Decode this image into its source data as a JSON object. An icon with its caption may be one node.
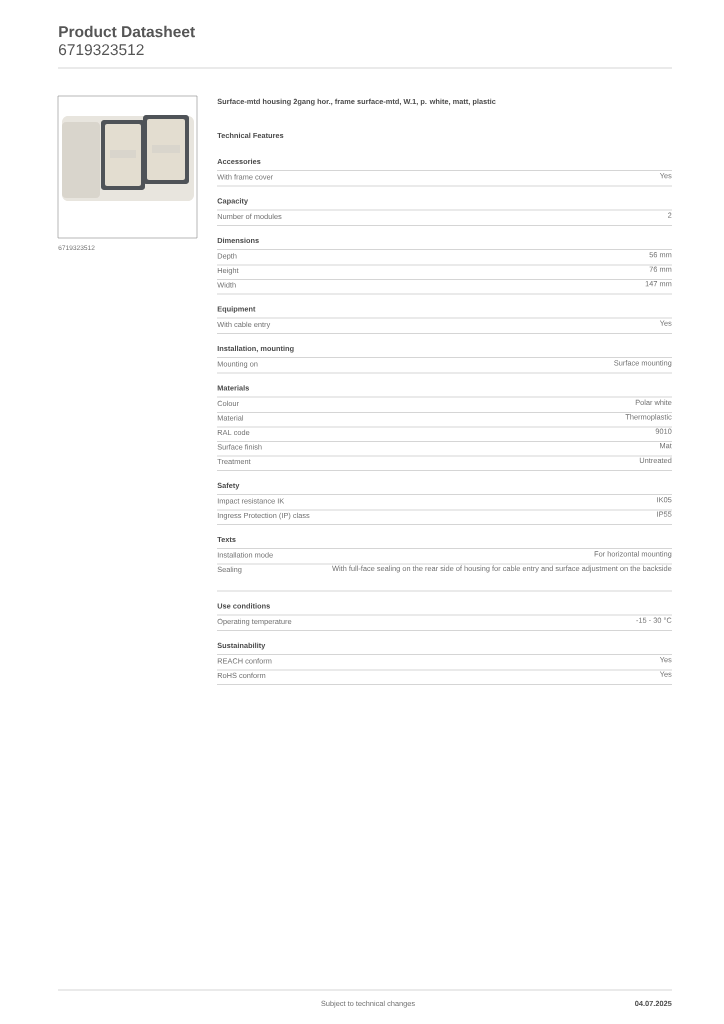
{
  "diagram": {
    "title": "Product Datasheet",
    "labels": [
      "6719323512",
      "6719323512",
      "Surface-mtd housing 2gang hor., frame surface-mtd, W.1, p. white, matt, plastic",
      "Technical Features",
      "Accessories",
      "With frame cover",
      "Yes",
      "Capacity",
      "Number of modules",
      "2",
      "Dimensions",
      "Depth",
      "56 mm",
      "Height",
      "76 mm",
      "Width",
      "147 mm",
      "Equipment",
      "With cable entry",
      "Yes",
      "Installation, mounting",
      "Mounting on",
      "Surface mounting",
      "Materials",
      "Colour",
      "Polar white",
      "Material",
      "Thermoplastic",
      "RAL code",
      "9010",
      "Surface finish",
      "Mat",
      "Treatment",
      "Untreated",
      "Safety",
      "Impact resistance IK",
      "IK05",
      "Ingress Protection (IP) class",
      "IP55",
      "Texts",
      "Installation mode",
      "For horizontal mounting",
      "Sealing",
      "With full-face sealing on the rear side of housing for cable entry and surface adjustment on the backside",
      "Use conditions",
      "Operating temperature",
      "-15 - 30 °C",
      "Sustainability",
      "REACH conform",
      "Yes",
      "RoHS conform",
      "Yes",
      "Subject to technical changes",
      "04.07.2025"
    ]
  }
}
